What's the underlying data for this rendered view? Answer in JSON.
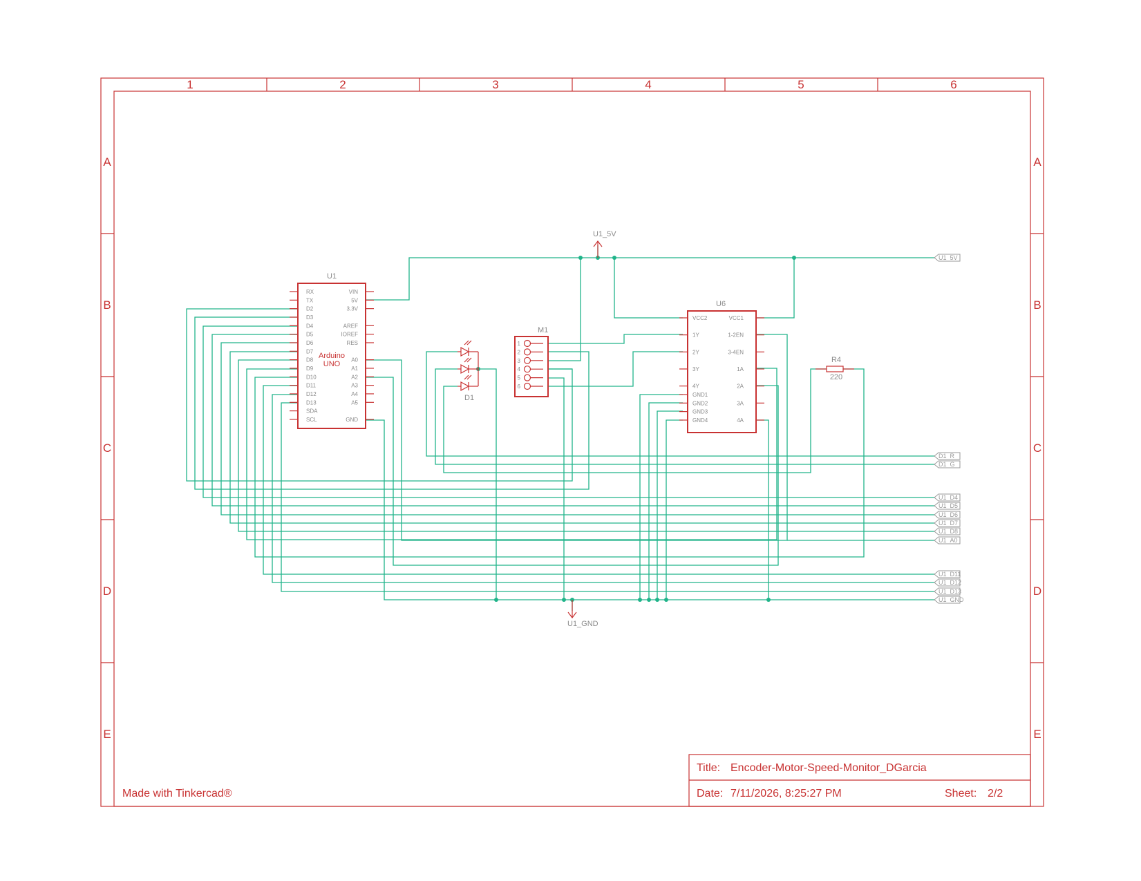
{
  "sheet": {
    "columns": [
      "1",
      "2",
      "3",
      "4",
      "5",
      "6"
    ],
    "rows": [
      "A",
      "B",
      "C",
      "D",
      "E"
    ],
    "footer_credit": "Made with Tinkercad®"
  },
  "title_block": {
    "title_label": "Title:",
    "title_value": "Encoder-Motor-Speed-Monitor_DGarcia",
    "date_label": "Date:",
    "date_value": "7/11/2026, 8:25:27 PM",
    "sheet_label": "Sheet:",
    "sheet_value": "2/2"
  },
  "power": {
    "vcc_label": "U1_5V",
    "gnd_label": "U1_GND"
  },
  "components": {
    "u1": {
      "ref": "U1",
      "name_line1": "Arduino",
      "name_line2": "UNO",
      "left_pins": [
        "RX",
        "TX",
        "D2",
        "D3",
        "D4",
        "D5",
        "D6",
        "D7",
        "D8",
        "D9",
        "D10",
        "D11",
        "D12",
        "D13",
        "SDA",
        "SCL"
      ],
      "right_pins": [
        "VIN",
        "5V",
        "3.3V",
        "",
        "AREF",
        "IOREF",
        "RES",
        "",
        "A0",
        "A1",
        "A2",
        "A3",
        "A4",
        "A5",
        "",
        "GND"
      ]
    },
    "d1": {
      "ref": "D1"
    },
    "m1": {
      "ref": "M1",
      "pins": [
        "1",
        "2",
        "3",
        "4",
        "5",
        "6"
      ]
    },
    "u6": {
      "ref": "U6",
      "left_pins": [
        "VCC2",
        "",
        "1Y",
        "",
        "2Y",
        "",
        "3Y",
        "",
        "4Y",
        "GND1",
        "GND2",
        "GND3",
        "GND4"
      ],
      "right_pins": [
        "VCC1",
        "",
        "1-2EN",
        "",
        "3-4EN",
        "",
        "1A",
        "",
        "2A",
        "",
        "3A",
        "",
        "4A"
      ]
    },
    "r4": {
      "ref": "R4",
      "value": "220"
    }
  },
  "net_labels": [
    "U1_5V",
    "D1_R",
    "D1_G",
    "U1_D4",
    "U1_D5",
    "U1_D6",
    "U1_D7",
    "U1_D8",
    "U1_A0",
    "U1_D11",
    "U1_D12",
    "U1_D13",
    "U1_GND"
  ],
  "colors": {
    "frame": "#c83232",
    "wire": "#20b48a",
    "label": "#8a8a8a"
  }
}
